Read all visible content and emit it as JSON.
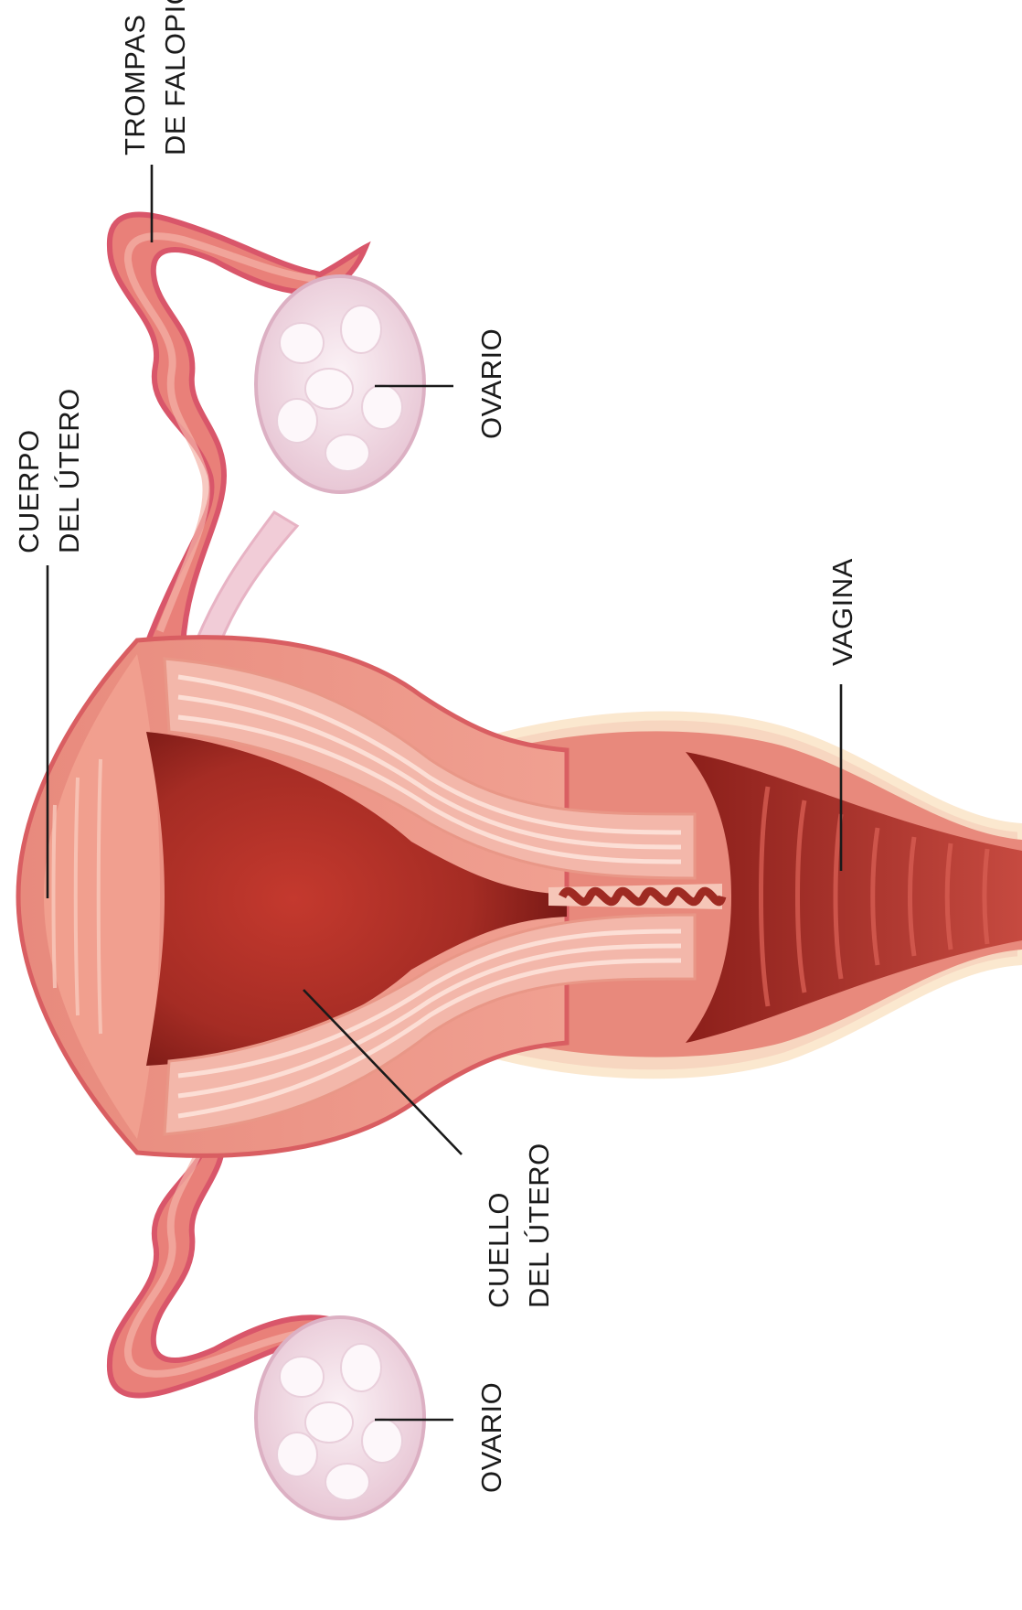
{
  "labels": {
    "trompas": [
      "TROMPAS",
      "DE FALOPIO"
    ],
    "ovario_top": [
      "OVARIO"
    ],
    "cuerpo": [
      "CUERPO",
      "DEL ÚTERO"
    ],
    "vagina": [
      "VAGINA"
    ],
    "cuello": [
      "CUELLO",
      "DEL ÚTERO"
    ],
    "ovario_bottom": [
      "OVARIO"
    ]
  },
  "colors": {
    "uterus_wall": "#e8877a",
    "uterus_outline": "#d65a63",
    "cavity": "#9e2a22",
    "muscle": "#f4b8ae",
    "ovary": "#f2dde6",
    "vagina_skin": "#fbe3c4"
  }
}
